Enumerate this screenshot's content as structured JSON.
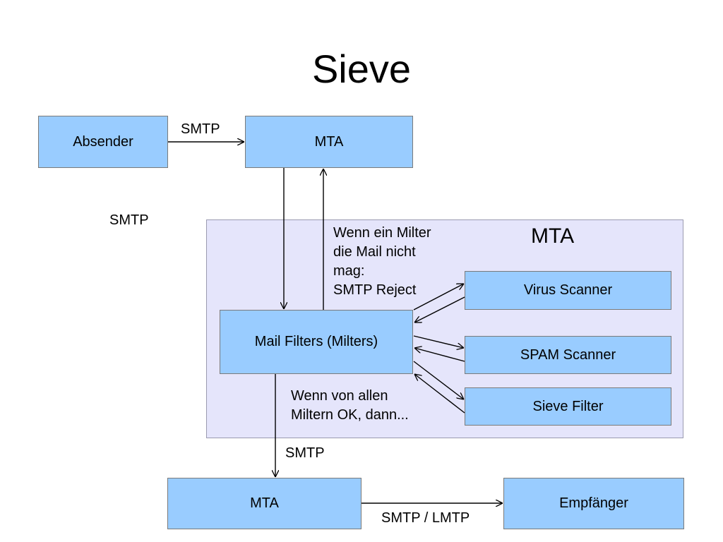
{
  "title": "Sieve",
  "group": {
    "label": "MTA"
  },
  "nodes": {
    "absender": "Absender",
    "mta_top": "MTA",
    "mail_filters": "Mail Filters (Milters)",
    "virus_scanner": "Virus Scanner",
    "spam_scanner": "SPAM Scanner",
    "sieve_filter": "Sieve Filter",
    "mta_bottom": "MTA",
    "empfaenger": "Empfänger"
  },
  "labels": {
    "smtp_top": "SMTP",
    "smtp_left": "SMTP",
    "smtp_bottom": "SMTP",
    "smtp_lmtp": "SMTP / LMTP"
  },
  "notes": {
    "reject": [
      "Wenn ein Milter",
      "die Mail nicht",
      "mag:",
      "SMTP Reject"
    ],
    "ok": [
      "Wenn von allen",
      "Miltern OK, dann..."
    ]
  },
  "colors": {
    "box_fill": "#99ccff",
    "group_fill": "#e5e5fb"
  }
}
